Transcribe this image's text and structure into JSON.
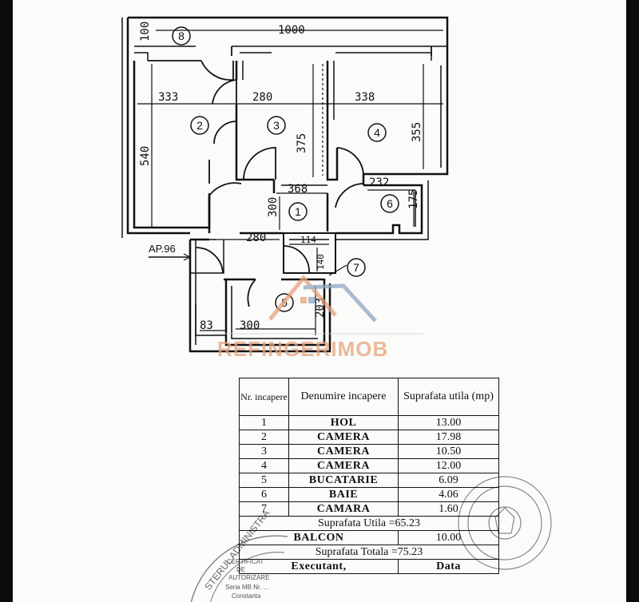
{
  "plan": {
    "dimensions": {
      "top_width": "1000",
      "top_strip": "100",
      "r2_width": "333",
      "r3_width": "280",
      "r4_width": "338",
      "r2_height": "540",
      "r3_height": "375",
      "r4_height": "355",
      "hol_width": "368",
      "r6_width": "232",
      "r6_height": "175",
      "hol_height": "300",
      "hol_lower_width": "280",
      "r7_width": "114",
      "r7_height": "140",
      "r5_height": "203",
      "r5_width": "300",
      "balcony_width": "83"
    },
    "room_labels": [
      "1",
      "2",
      "3",
      "4",
      "5",
      "6",
      "7",
      "8"
    ],
    "entrance_label": "AP.96",
    "watermark": "REFINGERIMOB",
    "colors": {
      "ink": "#111111",
      "watermark_orange": "#e6a27a",
      "watermark_blue": "#8fa6c4"
    }
  },
  "table": {
    "headers": [
      "Nr. incapere",
      "Denumire incapere",
      "Suprafata utila (mp)"
    ],
    "rows": [
      {
        "nr": "1",
        "name": "HOL",
        "area": "13.00"
      },
      {
        "nr": "2",
        "name": "CAMERA",
        "area": "17.98"
      },
      {
        "nr": "3",
        "name": "CAMERA",
        "area": "10.50"
      },
      {
        "nr": "4",
        "name": "CAMERA",
        "area": "12.00"
      },
      {
        "nr": "5",
        "name": "BUCATARIE",
        "area": "6.09"
      },
      {
        "nr": "6",
        "name": "BAIE",
        "area": "4.06"
      },
      {
        "nr": "7",
        "name": "CAMARA",
        "area": "1.60"
      }
    ],
    "suprafata_utila": "Suprafata Utila =65.23",
    "balcon_label": "BALCON",
    "balcon_area": "10.00",
    "suprafata_totala": "Suprafata Totala =75.23",
    "executant": "Executant,",
    "data_label": "Data"
  },
  "stamps": {
    "left_text": "STERUL ADMINISTRA",
    "certificat": "CERTIFICAT",
    "de": "DE",
    "autorizare": "AUTORIZARE",
    "seria": "Seria MB Nr. ...",
    "oras": "Constanta"
  }
}
